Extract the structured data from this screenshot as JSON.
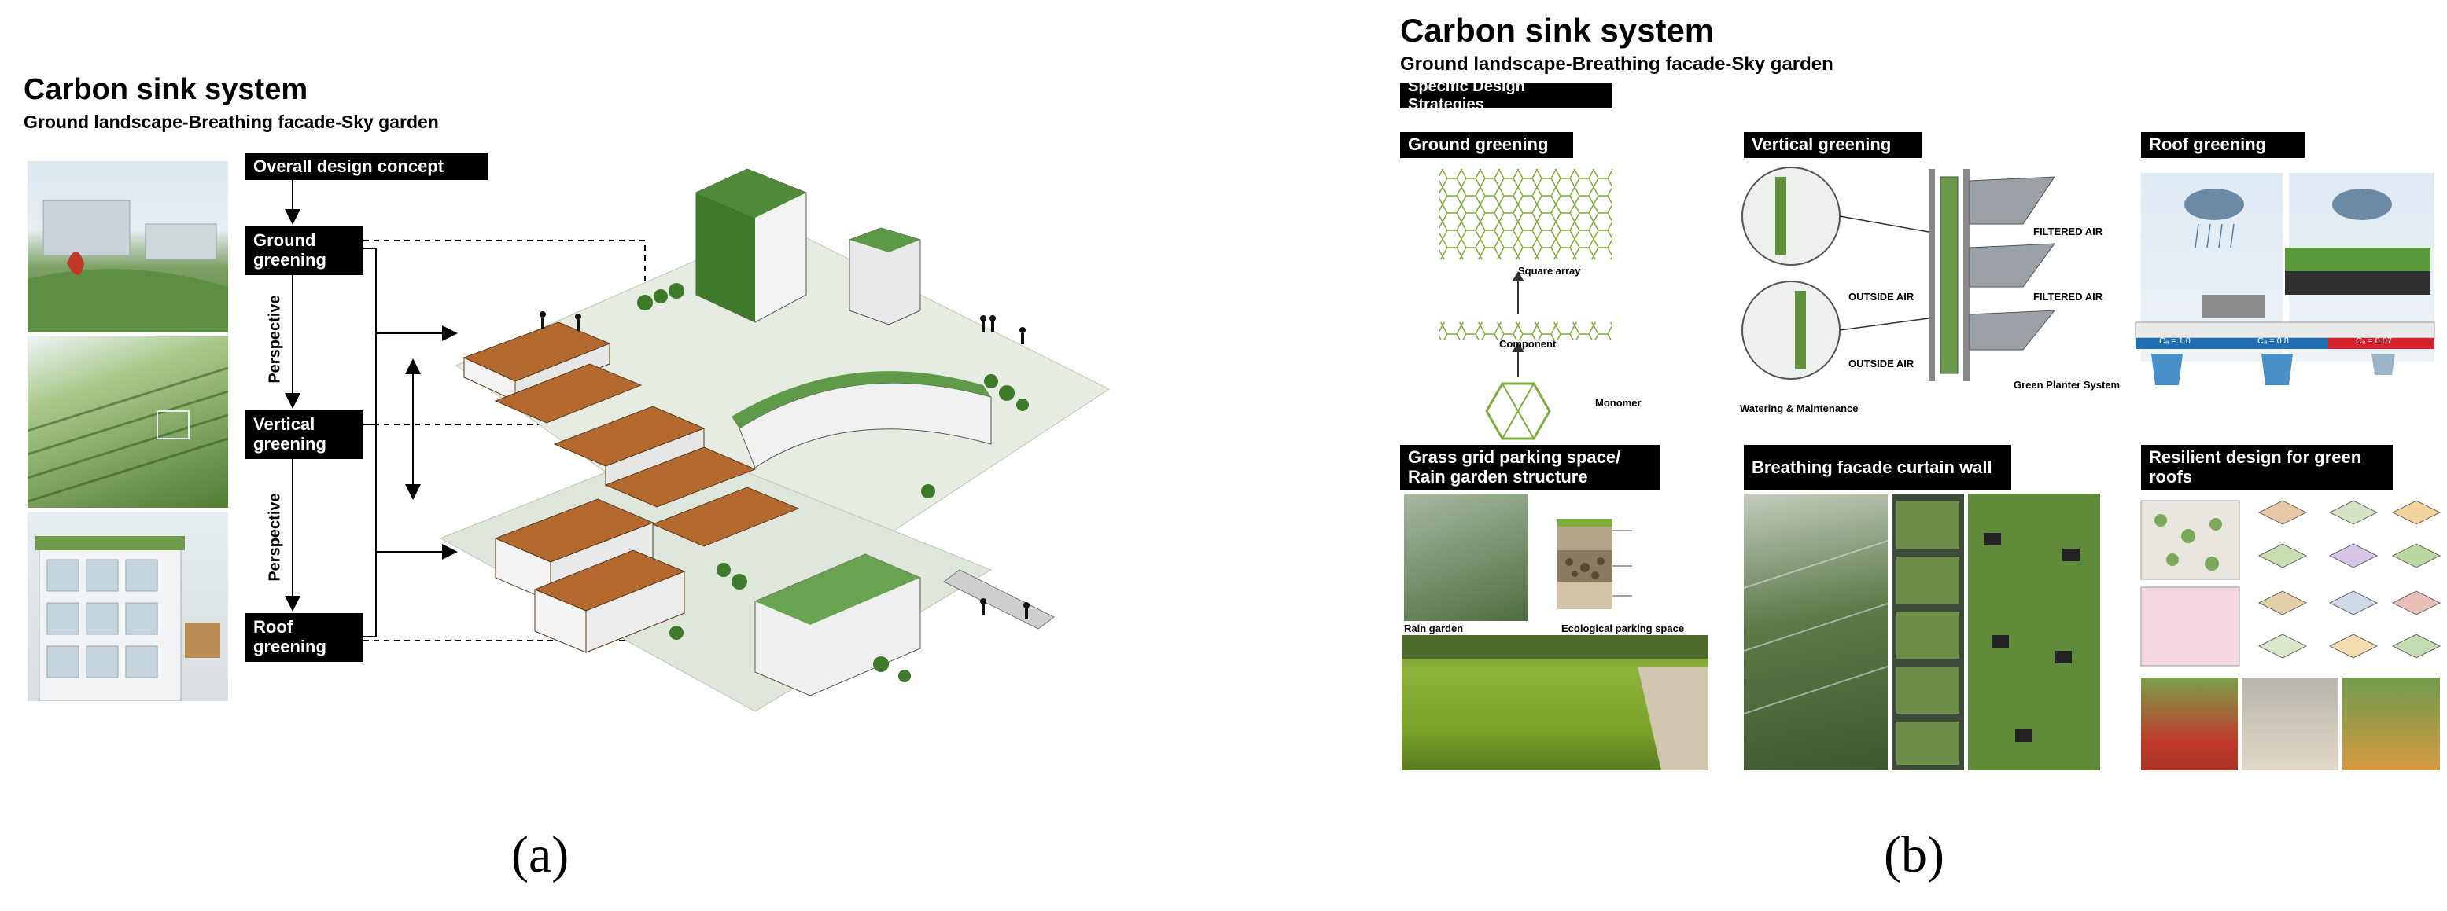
{
  "panel_a": {
    "label": "(a)",
    "title": "Carbon sink system",
    "subtitle": "Ground landscape-Breathing facade-Sky garden",
    "concept_label": "Overall design concept",
    "ground_label": "Ground greening",
    "vertical_label": "Vertical greening",
    "roof_label": "Roof greening",
    "perspective_label_1": "Perspective",
    "perspective_label_2": "Perspective"
  },
  "panel_b": {
    "label": "(b)",
    "title": "Carbon sink system",
    "subtitle": "Ground landscape-Breathing facade-Sky garden",
    "strategies_label": "Specific Design Strategies",
    "ground_greening": {
      "header": "Ground greening",
      "square_array": "Square array",
      "component": "Component",
      "monomer": "Monomer"
    },
    "vertical_greening": {
      "header": "Vertical greening",
      "filtered_air_1": "FILTERED AIR",
      "filtered_air_2": "FILTERED AIR",
      "outside_air_1": "OUTSIDE AIR",
      "outside_air_2": "OUTSIDE AIR",
      "watering": "Watering & Maintenance",
      "planter": "Green Planter System"
    },
    "roof_greening": {
      "header": "Roof greening",
      "c1": "Cₐ = 1.0",
      "c2": "Cₐ = 0.8",
      "c3": "Cₐ = 0.07"
    },
    "grass_grid": {
      "header": "Grass grid parking space/ Rain garden structure",
      "rain_garden": "Rain garden",
      "parking": "Ecological parking space"
    },
    "breathing_facade": {
      "header": "Breathing facade curtain wall"
    },
    "resilient": {
      "header": "Resilient design for green roofs"
    }
  }
}
